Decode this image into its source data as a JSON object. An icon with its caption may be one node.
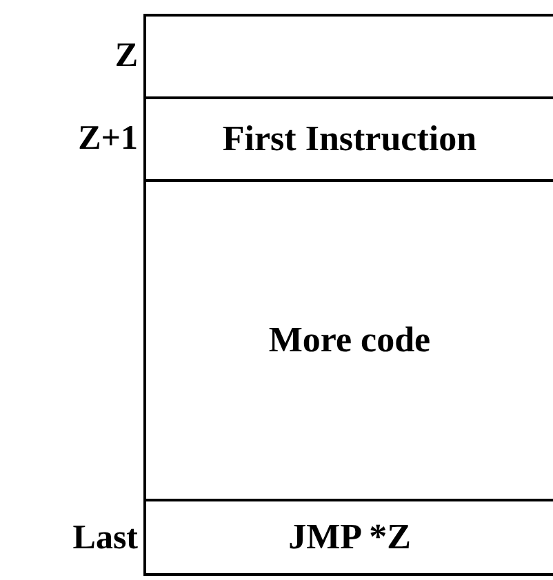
{
  "diagram": {
    "nodes": [
      {
        "text": [],
        "shape": "box"
      },
      {
        "text": [
          "First Instruction"
        ]
      },
      {
        "text": [
          "More code"
        ]
      },
      {
        "text": [
          "JMP *Z"
        ]
      }
    ],
    "labels": [
      "Z",
      "Z+1",
      "Last"
    ]
  }
}
